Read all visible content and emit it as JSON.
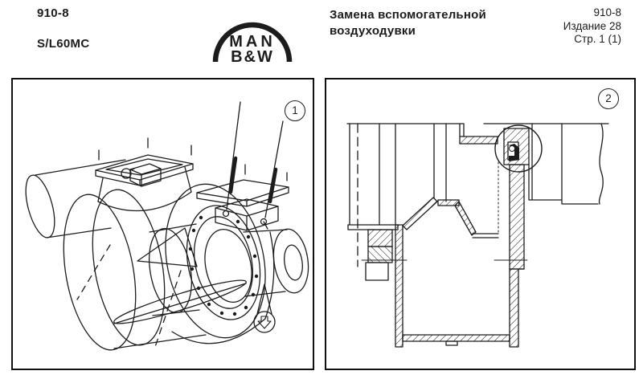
{
  "header": {
    "doc_number": "910-8",
    "engine_model": "S/L60MC",
    "logo": {
      "line1": "MAN",
      "line2": "B&W"
    },
    "title_line1": "Замена вспомогательной",
    "title_line2": "воздуходувки",
    "ref_number": "910-8",
    "edition": "Издание 28",
    "page_ref": "Стр. 1 (1)"
  },
  "figures": [
    {
      "badge": "1"
    },
    {
      "badge": "2"
    }
  ],
  "colors": {
    "ink": "#1c1c1c",
    "paper": "#ffffff"
  }
}
